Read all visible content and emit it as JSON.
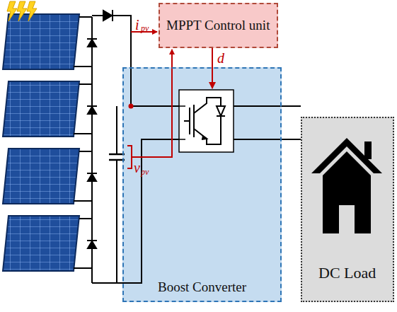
{
  "diagram": {
    "nodes": [
      {
        "text": [
          "MPPT Control unit"
        ]
      },
      {
        "text": [
          "Boost Converter"
        ]
      },
      {
        "text": [
          "DC Load"
        ]
      }
    ],
    "edges": [
      {
        "from": 0,
        "to": 1,
        "label": "d",
        "arrow": "to"
      },
      {
        "from": 1,
        "to": 2,
        "arrow": "none"
      }
    ],
    "labels": [
      "i",
      "pv",
      "v",
      "pv"
    ]
  }
}
